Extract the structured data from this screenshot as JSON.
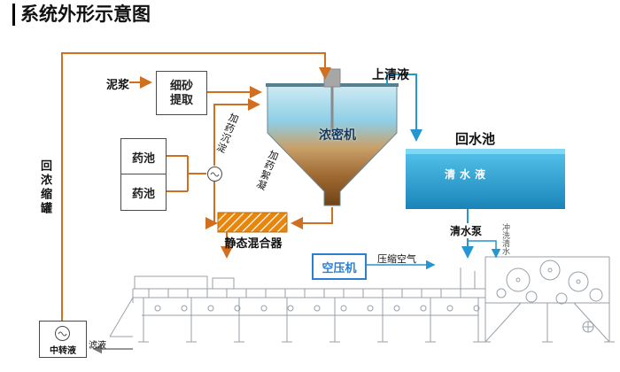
{
  "title": "系统外形示意图",
  "nodes": {
    "mud": "泥浆",
    "fine_sand_extraction": "细砂提取",
    "supernatant": "上清液",
    "thickener": "浓密机",
    "return_water_pool": "回水池",
    "clear_water": "清水液",
    "clear_water_pump": "清水泵",
    "flush_water": "冲洗清水",
    "chemical_pool_1": "药池",
    "chemical_pool_2": "药池",
    "dosing_sedimentation": "加药沉淀",
    "dosing_flocculation": "加药絮凝",
    "static_mixer": "静态混合器",
    "air_compressor": "空压机",
    "compressed_air": "压缩空气",
    "return_concentrate_tank": "回浓缩罐",
    "transfer_liquid": "中转液",
    "filtrate": "滤液"
  },
  "colors": {
    "flow_orange": "#d06f1f",
    "water_blue": "#2596cf",
    "tank_blue_top": "#55c4ec",
    "tank_blue_bottom": "#1a84b8",
    "mixer_orange": "#e8860b",
    "machine_gray": "#98a0a8"
  }
}
